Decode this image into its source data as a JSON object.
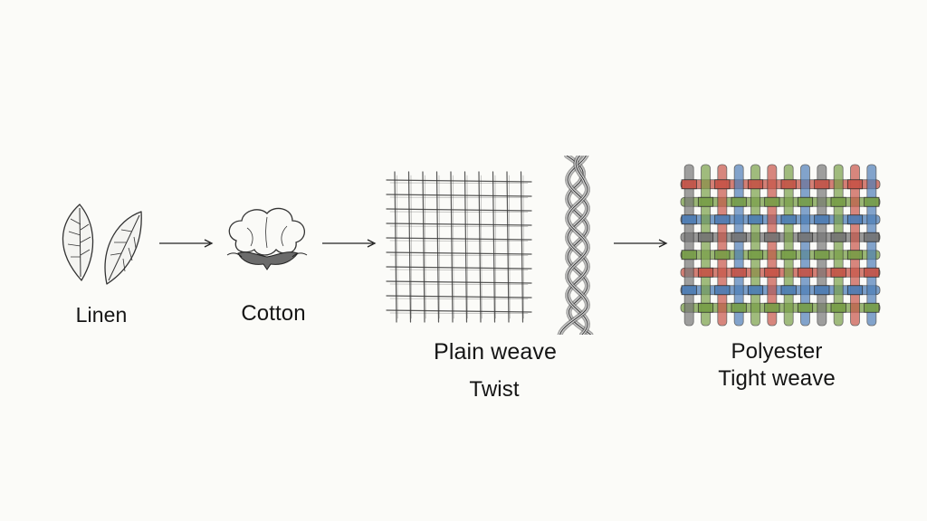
{
  "stages": [
    {
      "id": "linen",
      "label": "Linen",
      "icon": "leaves-icon"
    },
    {
      "id": "cotton",
      "label": "Cotton",
      "icon": "cotton-boll-icon"
    },
    {
      "id": "plain-weave",
      "label": "Plain weave",
      "sublabel": "Twist",
      "icon": "plain-weave-grid-icon",
      "secondary_icon": "twisted-yarn-icon"
    },
    {
      "id": "polyester",
      "label": "Polyester",
      "sublabel": "Tight weave",
      "icon": "tight-weave-icon"
    }
  ],
  "arrows": [
    {
      "from": "linen",
      "to": "cotton"
    },
    {
      "from": "cotton",
      "to": "plain-weave"
    },
    {
      "from": "plain-weave",
      "to": "polyester"
    }
  ],
  "colors": {
    "background": "#fbfbf8",
    "ink": "#2a2a2a",
    "weave_red": "#c8564a",
    "weave_green": "#7aa04a",
    "weave_blue": "#4f7fb8",
    "weave_gray": "#777777"
  }
}
